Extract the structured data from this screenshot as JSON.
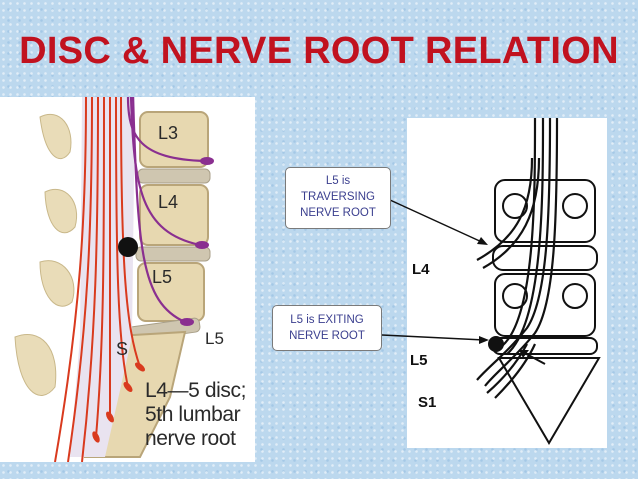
{
  "title": "DISC & NERVE ROOT RELATION",
  "left_figure": {
    "vertebra_labels": [
      "L3",
      "L4",
      "L5",
      "S",
      "L5"
    ],
    "caption_lines": [
      "L4—5 disc;",
      "5th lumbar",
      "nerve root"
    ]
  },
  "callouts": {
    "traversing": [
      "L5 is",
      "TRAVERSING",
      "NERVE ROOT"
    ],
    "exiting": [
      "L5 is EXITING",
      "NERVE ROOT"
    ]
  },
  "right_figure": {
    "labels": [
      "L4",
      "L5",
      "S1"
    ]
  },
  "colors": {
    "title": "#c1121f",
    "nerve_red": "#d93a1e",
    "nerve_purple": "#8a2f90",
    "callout_text": "#3b3f8f",
    "background": "#bcd8ee"
  }
}
